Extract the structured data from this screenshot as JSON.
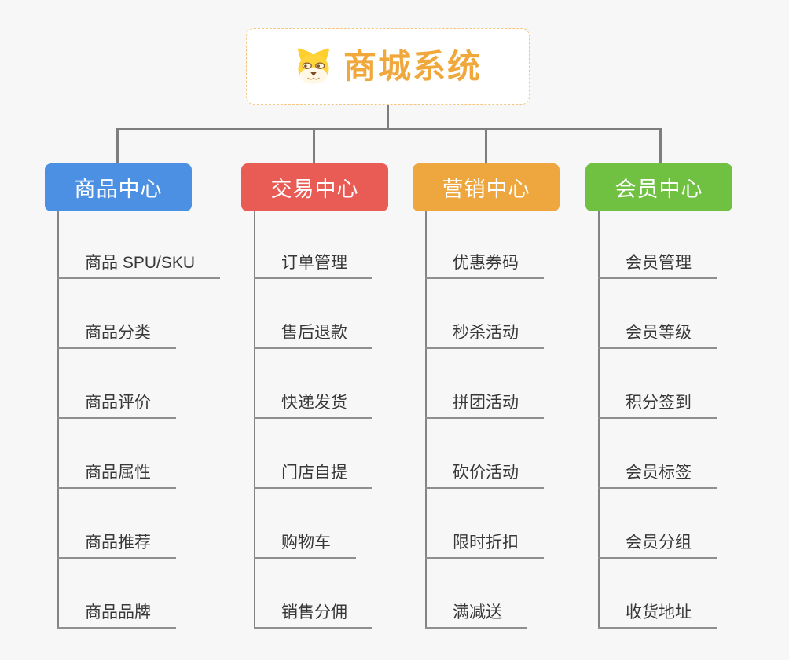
{
  "root": {
    "title": "商城系统",
    "icon": "dog-face-icon",
    "title_color": "#F0A83C",
    "border_color": "#F5C581"
  },
  "branches": [
    {
      "slug": "product-center",
      "label": "商品中心",
      "color": "#4B90E2",
      "children": [
        "商品 SPU/SKU",
        "商品分类",
        "商品评价",
        "商品属性",
        "商品推荐",
        "商品品牌"
      ]
    },
    {
      "slug": "trade-center",
      "label": "交易中心",
      "color": "#E95C56",
      "children": [
        "订单管理",
        "售后退款",
        "快递发货",
        "门店自提",
        "购物车",
        "销售分佣"
      ]
    },
    {
      "slug": "marketing-center",
      "label": "营销中心",
      "color": "#EEA73E",
      "children": [
        "优惠券码",
        "秒杀活动",
        "拼团活动",
        "砍价活动",
        "限时折扣",
        "满减送"
      ]
    },
    {
      "slug": "member-center",
      "label": "会员中心",
      "color": "#70C142",
      "children": [
        "会员管理",
        "会员等级",
        "积分签到",
        "会员标签",
        "会员分组",
        "收货地址"
      ]
    }
  ],
  "colors": {
    "background": "#F7F7F7",
    "connector": "#7E7E7E",
    "branch_line": "#848484",
    "child_underline": "#8F8F8F",
    "child_text": "#383838"
  }
}
